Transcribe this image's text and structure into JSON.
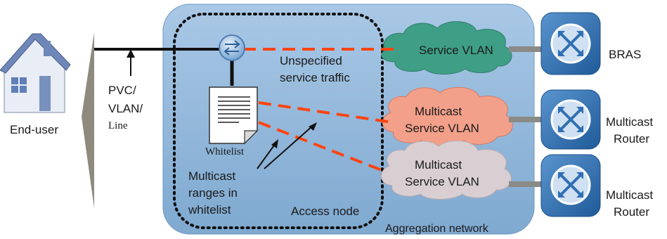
{
  "labels": {
    "end_user": "End-user",
    "pvc_line1": "PVC/",
    "pvc_line2": "VLAN/",
    "pvc_line3": "Line",
    "unspecified_line1": "Unspecified",
    "unspecified_line2": "service traffic",
    "whitelist": "Whitelist",
    "multicast_ranges_line1": "Multicast",
    "multicast_ranges_line2": "ranges in",
    "multicast_ranges_line3": "whitelist",
    "access_node": "Access node",
    "aggregation_network": "Aggregation network"
  },
  "clouds": [
    {
      "line1": "Service VLAN",
      "line2": "",
      "color": "#3f9e86"
    },
    {
      "line1": "Multicast",
      "line2": "Service VLAN",
      "color": "#f2a08a"
    },
    {
      "line1": "Multicast",
      "line2": "Service VLAN",
      "color": "#d9cfd3"
    }
  ],
  "devices": [
    {
      "line1": "BRAS",
      "line2": ""
    },
    {
      "line1": "Multicast",
      "line2": "Router"
    },
    {
      "line1": "Multicast",
      "line2": "Router"
    }
  ],
  "colors": {
    "aggregation_fill": "#8fb8dc",
    "router_blue": "#2f6fb3",
    "dashed_traffic": "#ff4411",
    "connector_gray": "#8a8a86"
  },
  "icons": [
    "house-icon",
    "switch-icon",
    "document-icon",
    "router-icon"
  ]
}
